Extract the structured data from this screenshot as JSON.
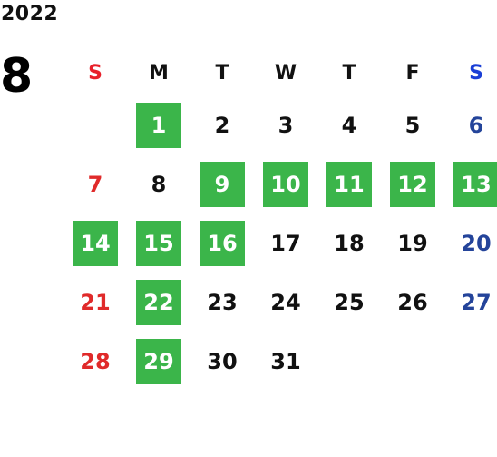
{
  "calendar": {
    "year": "2022",
    "month": "8",
    "weekday_headers": [
      "S",
      "M",
      "T",
      "W",
      "T",
      "F",
      "S"
    ],
    "colors": {
      "highlight": "#3bb54a",
      "sunday": "#e02a2a",
      "saturday": "#24449a",
      "text": "#111111"
    },
    "first_weekday_index": 1,
    "days": [
      {
        "day": "1",
        "highlighted": true
      },
      {
        "day": "2",
        "highlighted": false
      },
      {
        "day": "3",
        "highlighted": false
      },
      {
        "day": "4",
        "highlighted": false
      },
      {
        "day": "5",
        "highlighted": false
      },
      {
        "day": "6",
        "highlighted": false
      },
      {
        "day": "7",
        "highlighted": false
      },
      {
        "day": "8",
        "highlighted": false
      },
      {
        "day": "9",
        "highlighted": true
      },
      {
        "day": "10",
        "highlighted": true
      },
      {
        "day": "11",
        "highlighted": true
      },
      {
        "day": "12",
        "highlighted": true
      },
      {
        "day": "13",
        "highlighted": true
      },
      {
        "day": "14",
        "highlighted": true
      },
      {
        "day": "15",
        "highlighted": true
      },
      {
        "day": "16",
        "highlighted": true
      },
      {
        "day": "17",
        "highlighted": false
      },
      {
        "day": "18",
        "highlighted": false
      },
      {
        "day": "19",
        "highlighted": false
      },
      {
        "day": "20",
        "highlighted": false
      },
      {
        "day": "21",
        "highlighted": false
      },
      {
        "day": "22",
        "highlighted": true
      },
      {
        "day": "23",
        "highlighted": false
      },
      {
        "day": "24",
        "highlighted": false
      },
      {
        "day": "25",
        "highlighted": false
      },
      {
        "day": "26",
        "highlighted": false
      },
      {
        "day": "27",
        "highlighted": false
      },
      {
        "day": "28",
        "highlighted": false
      },
      {
        "day": "29",
        "highlighted": true
      },
      {
        "day": "30",
        "highlighted": false
      },
      {
        "day": "31",
        "highlighted": false
      }
    ]
  }
}
